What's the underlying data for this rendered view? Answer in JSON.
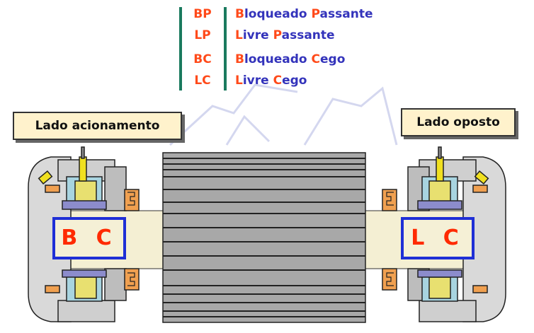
{
  "legend": {
    "rows": [
      {
        "abbr": "BP",
        "w1_first": "B",
        "w1_rest": "loqueado",
        "w2_first": "P",
        "w2_rest": "assante"
      },
      {
        "abbr": "LP",
        "w1_first": "L",
        "w1_rest": "ivre",
        "w2_first": "P",
        "w2_rest": "assante"
      },
      {
        "abbr": "BC",
        "w1_first": "B",
        "w1_rest": "loqueado",
        "w2_first": "C",
        "w2_rest": "ego"
      },
      {
        "abbr": "LC",
        "w1_first": "L",
        "w1_rest": "ivre",
        "w2_first": "C",
        "w2_rest": "ego"
      }
    ]
  },
  "labels": {
    "drive_side": "Lado acionamento",
    "opposite_side": "Lado oposto"
  },
  "bearings": {
    "left_code": "B C",
    "right_code": "L C"
  },
  "colors": {
    "highlight": "#ff4a1a",
    "term_text": "#3333bb",
    "divider": "#1a7a5e",
    "label_background": "#fff2cc",
    "code_border": "#1f2fd6"
  }
}
